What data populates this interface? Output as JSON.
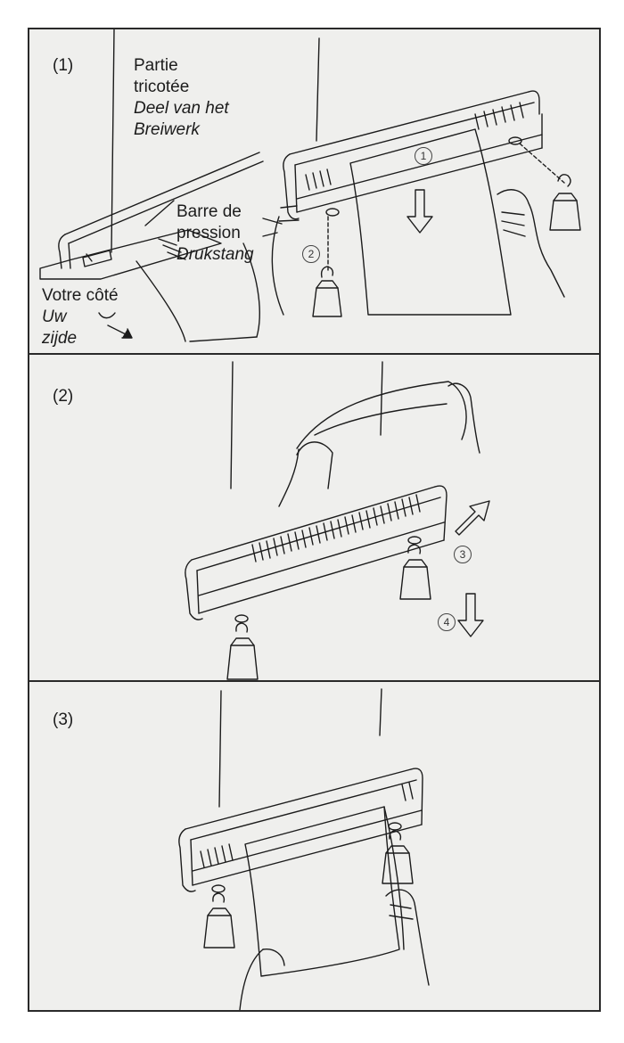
{
  "panels": [
    {
      "number": "(1)",
      "labels": {
        "knitted_part_fr_1": "Partie",
        "knitted_part_fr_2": "tricotée",
        "knitted_part_nl_1": "Deel van het",
        "knitted_part_nl_2": "Breiwerk",
        "press_bar_fr_1": "Barre de",
        "press_bar_fr_2": "pression",
        "press_bar_nl": "Drukstang",
        "your_side_fr": "Votre côté",
        "your_side_nl_1": "Uw",
        "your_side_nl_2": "zijde"
      },
      "steps": [
        "1",
        "2"
      ]
    },
    {
      "number": "(2)",
      "steps": [
        "3",
        "4"
      ]
    },
    {
      "number": "(3)"
    }
  ],
  "colors": {
    "ink": "#1c1c1c",
    "paper": "#efefed",
    "frame": "#2a2a2a"
  }
}
